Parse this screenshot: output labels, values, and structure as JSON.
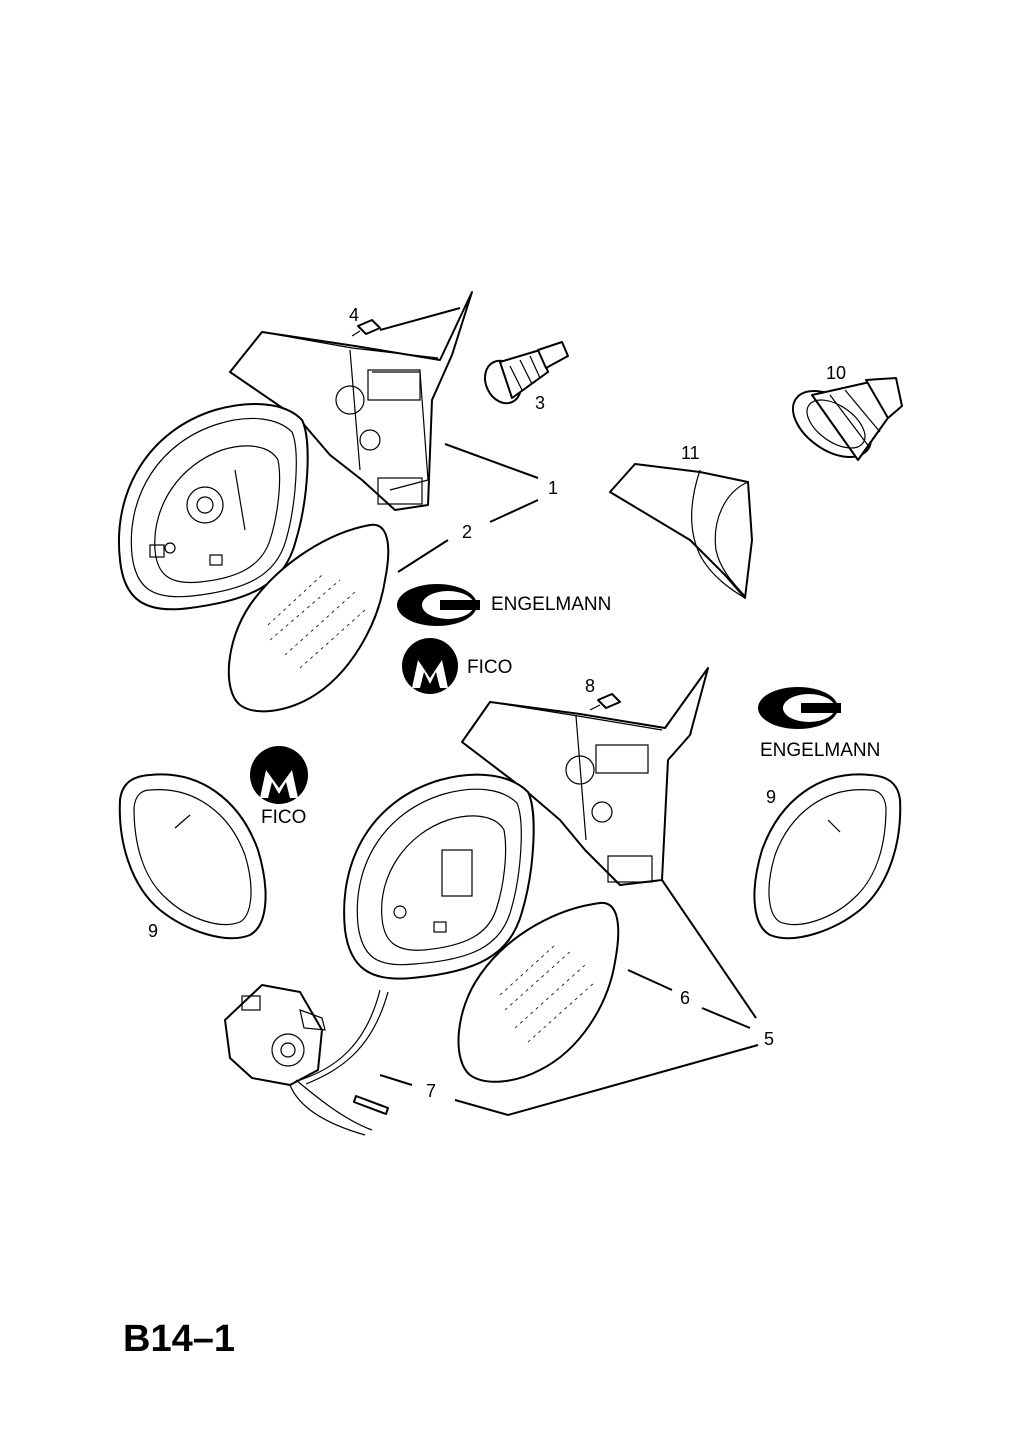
{
  "page_id": "B14–1",
  "callouts": {
    "c1": "1",
    "c2": "2",
    "c3": "3",
    "c4": "4",
    "c5": "5",
    "c6": "6",
    "c7": "7",
    "c8": "8",
    "c9a": "9",
    "c9b": "9",
    "c10": "10",
    "c11": "11"
  },
  "brands": {
    "engelmann_top": "ENGELMANN",
    "fico_top": "FICO",
    "fico_left": "FICO",
    "engelmann_right": "ENGELMANN"
  }
}
